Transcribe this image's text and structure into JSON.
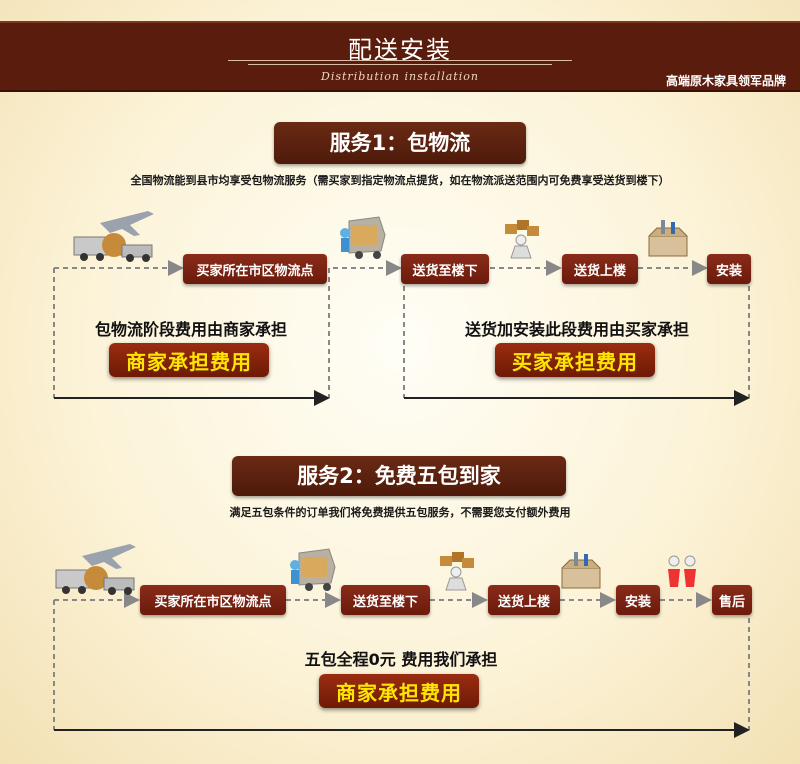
{
  "banner": {
    "title": "配送安装",
    "subtitle": "Distribution installation",
    "brand": "高端原木家具领军品牌"
  },
  "service1": {
    "title": "服务1：包物流",
    "note": "全国物流能到县市均享受包物流服务（需买家到指定物流点提货，如在物流派送范围内可免费享受送货到楼下）",
    "steps": [
      "买家所在市区物流点",
      "送货至楼下",
      "送货上楼",
      "安装"
    ],
    "left_desc": "包物流阶段费用由商家承担",
    "left_pay": "商家承担费用",
    "right_desc": "送货加安装此段费用由买家承担",
    "right_pay": "买家承担费用"
  },
  "service2": {
    "title": "服务2：免费五包到家",
    "note": "满足五包条件的订单我们将免费提供五包服务，不需要您支付额外费用",
    "steps": [
      "买家所在市区物流点",
      "送货至楼下",
      "送货上楼",
      "安装",
      "售后"
    ],
    "desc": "五包全程0元 费用我们承担",
    "pay": "商家承担费用"
  },
  "icons": [
    "truck-plane-icon",
    "delivery-worker-icon",
    "carrying-boxes-icon",
    "toolbox-icon",
    "people-icon"
  ],
  "colors": {
    "banner": "#5a1c0c",
    "step": "#7a2212",
    "pay_text": "#ffe600"
  }
}
